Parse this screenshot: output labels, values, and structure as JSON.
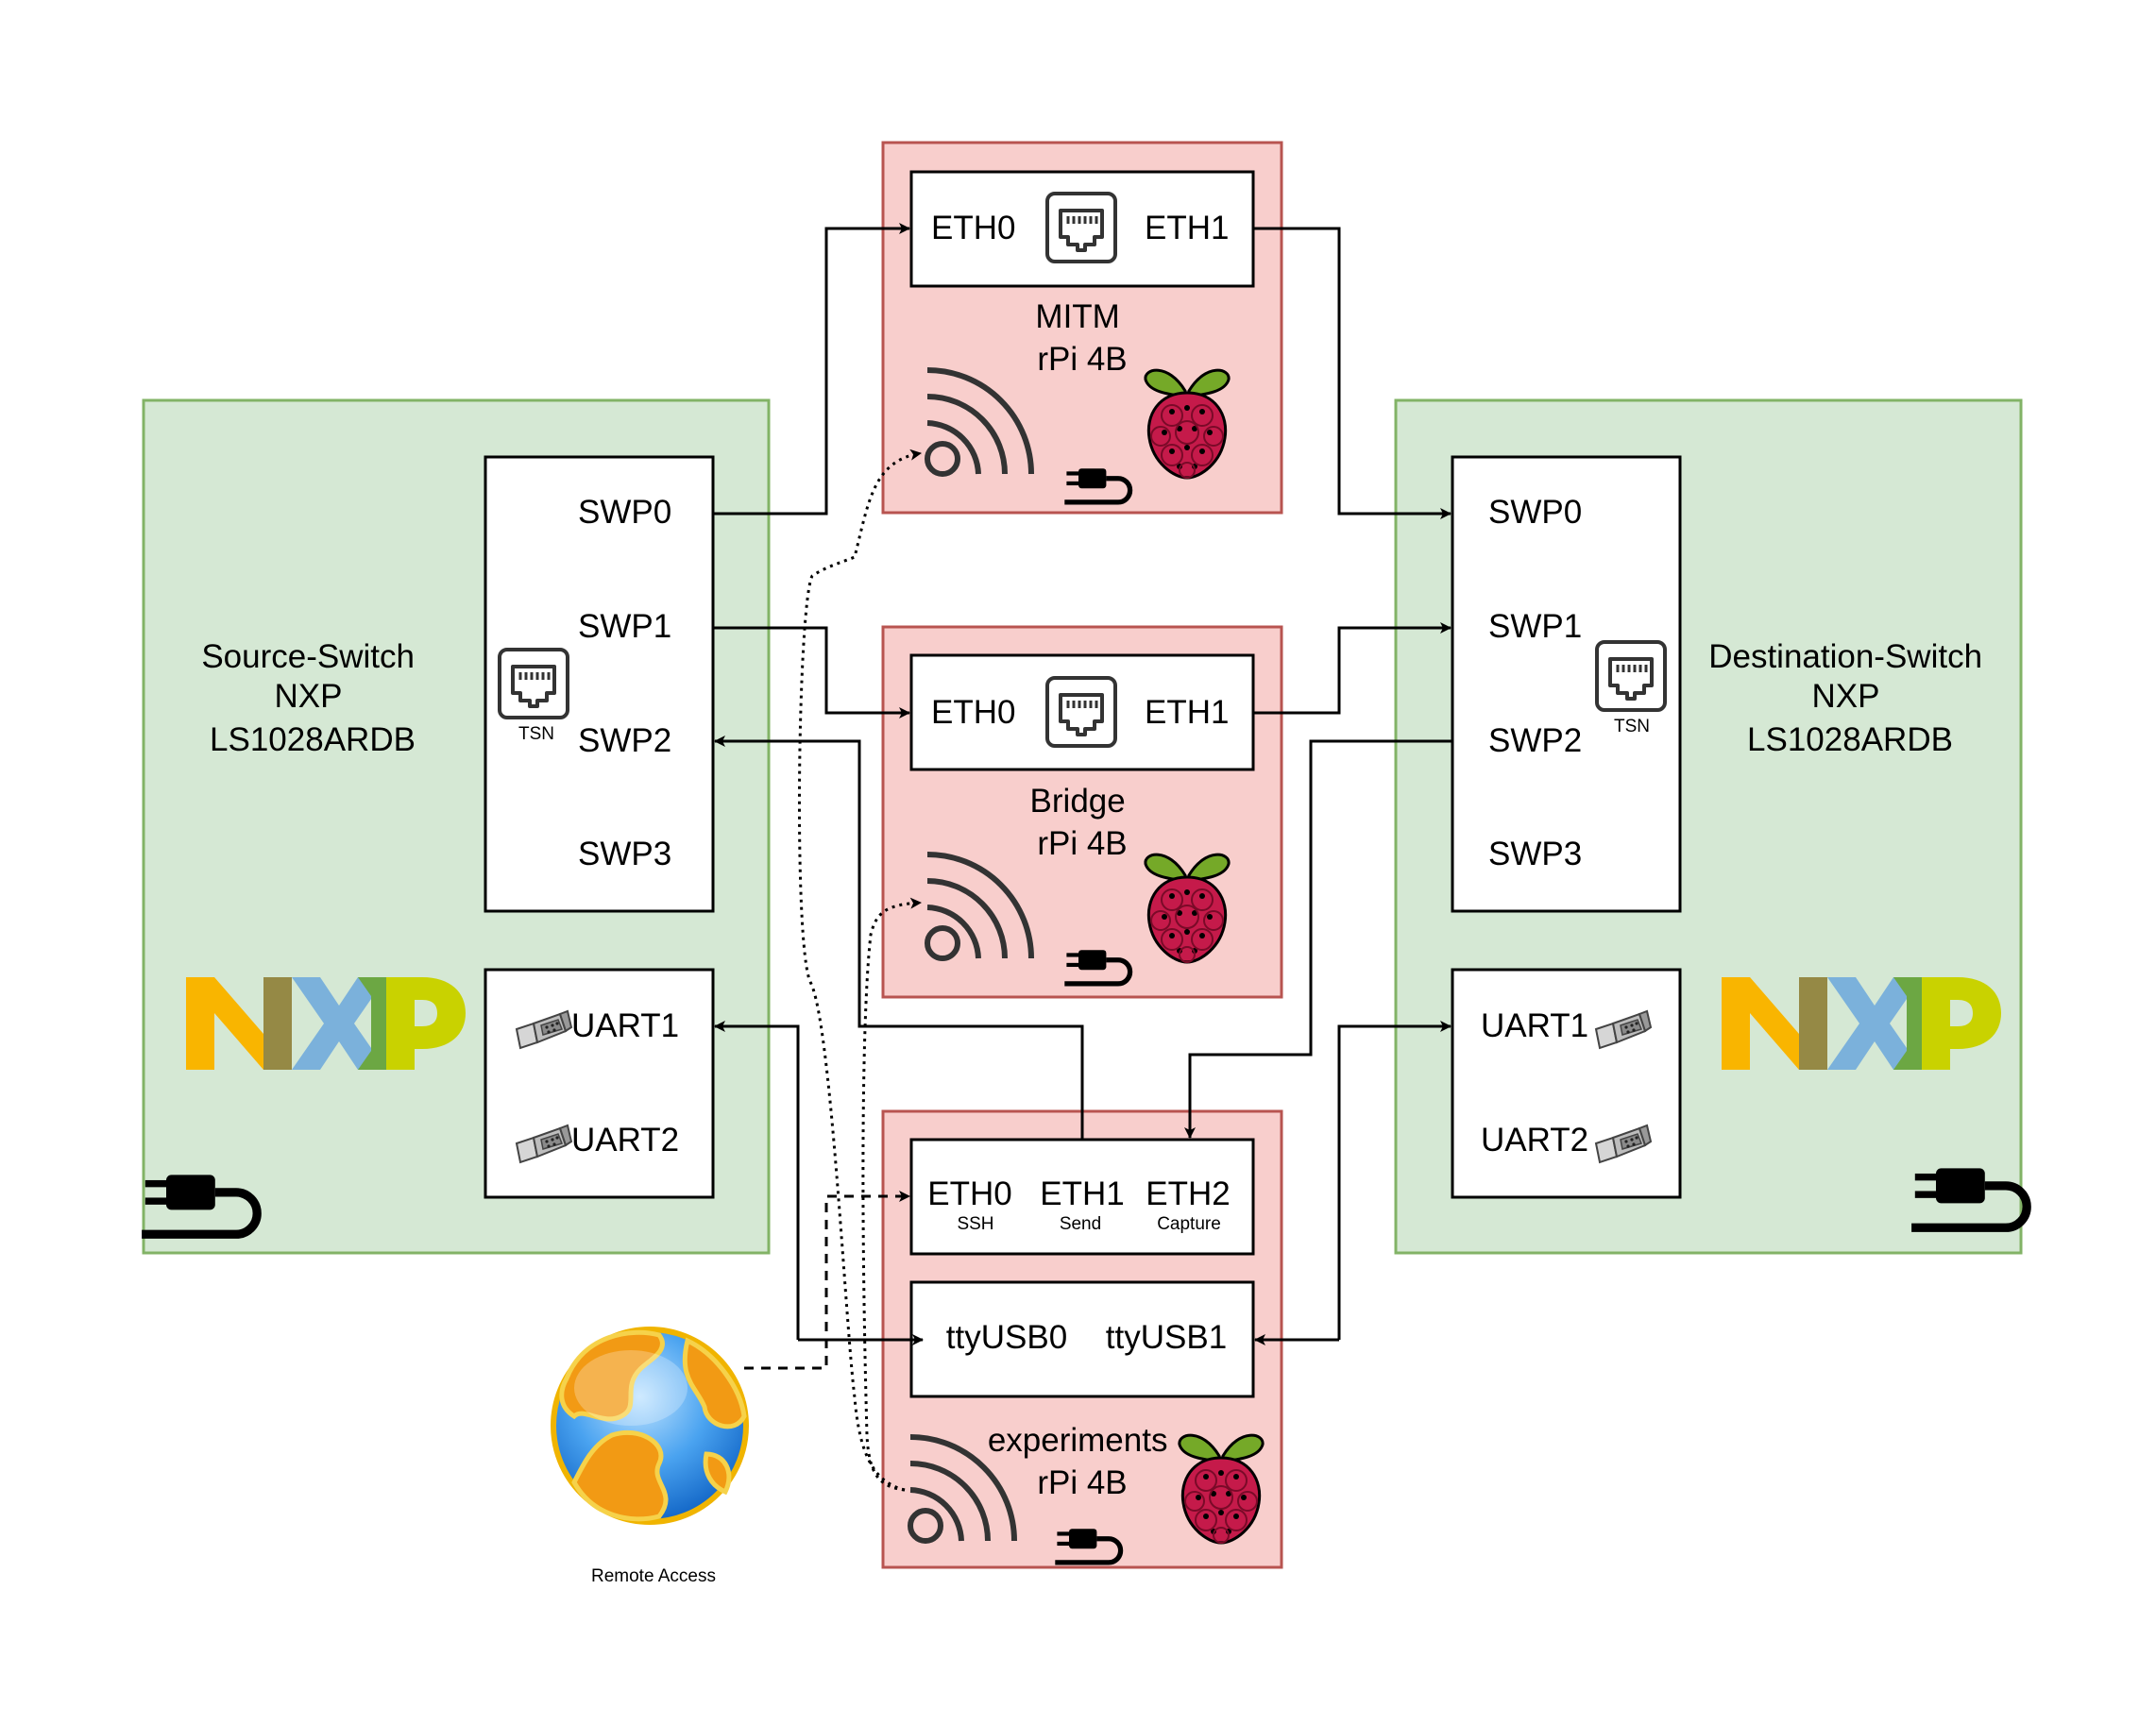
{
  "source_switch": {
    "title_lines": [
      "Source-Switch",
      "NXP",
      "LS1028ARDB"
    ],
    "ports": [
      "SWP0",
      "SWP1",
      "SWP2",
      "SWP3"
    ],
    "tsn_label": "TSN",
    "uarts": [
      "UART1",
      "UART2"
    ],
    "logo": "NXP"
  },
  "destination_switch": {
    "title_lines": [
      "Destination-Switch",
      "NXP",
      "LS1028ARDB"
    ],
    "ports": [
      "SWP0",
      "SWP1",
      "SWP2",
      "SWP3"
    ],
    "tsn_label": "TSN",
    "uarts": [
      "UART1",
      "UART2"
    ],
    "logo": "NXP"
  },
  "mitm": {
    "title_lines": [
      "MITM",
      "rPi 4B"
    ],
    "ports": [
      "ETH0",
      "ETH1"
    ]
  },
  "bridge": {
    "title_lines": [
      "Bridge",
      "rPi 4B"
    ],
    "ports": [
      "ETH0",
      "ETH1"
    ]
  },
  "experiments": {
    "title_lines": [
      "experiments",
      "rPi 4B"
    ],
    "eth_ports": [
      {
        "name": "ETH0",
        "sub": "SSH"
      },
      {
        "name": "ETH1",
        "sub": "Send"
      },
      {
        "name": "ETH2",
        "sub": "Capture"
      }
    ],
    "tty_ports": [
      "ttyUSB0",
      "ttyUSB1"
    ]
  },
  "remote_access": {
    "label": "Remote Access"
  },
  "colors": {
    "switch_fill": "#d5e8d4",
    "switch_stroke": "#82b366",
    "rpi_fill": "#f8cecc",
    "rpi_stroke": "#b85450",
    "nxp_yellow": "#f9b500",
    "nxp_olive": "#958945",
    "nxp_blue": "#7bb1db",
    "nxp_green": "#6ca743",
    "nxp_lime": "#c9d200",
    "raspberry": "#c51a4a",
    "leaf": "#75a928"
  },
  "icons": [
    "ethernet-port-icon",
    "wifi-icon",
    "power-plug-icon",
    "raspberry-pi-icon",
    "serial-connector-icon",
    "nxp-logo",
    "globe-icon"
  ]
}
